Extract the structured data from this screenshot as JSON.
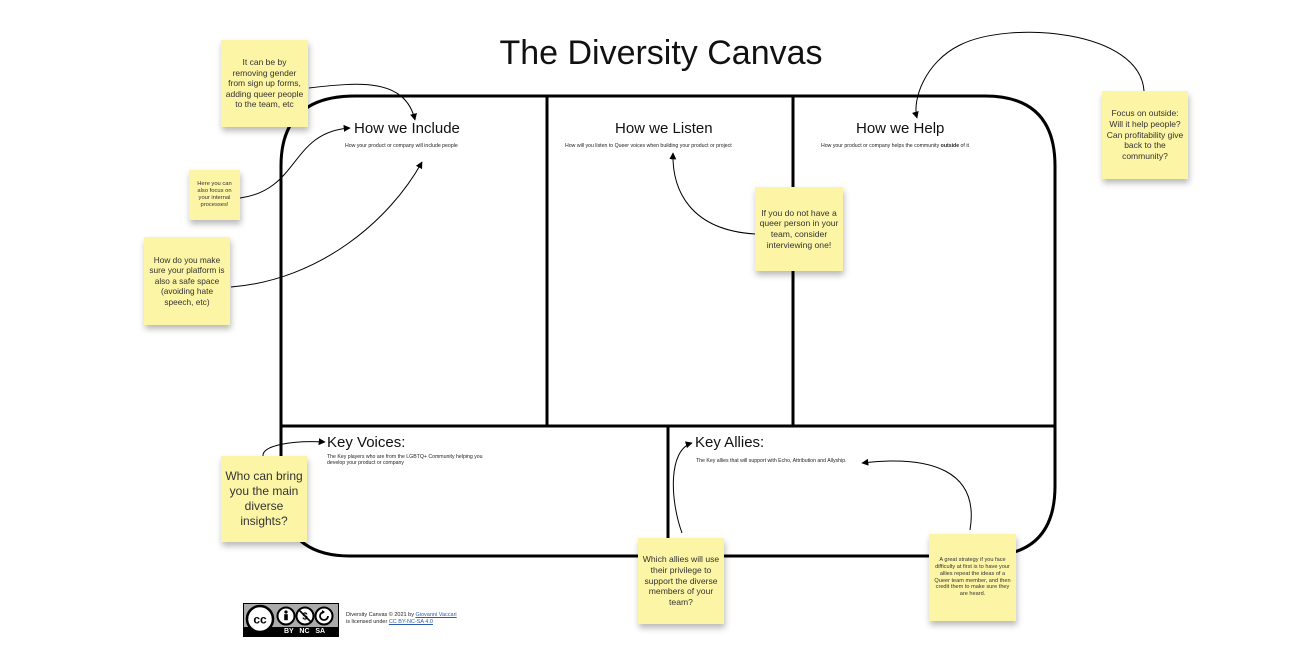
{
  "title": "The Diversity Canvas",
  "sections": {
    "include": {
      "title": "How we Include",
      "subtitle": "How your product or company will include people"
    },
    "listen": {
      "title": "How we Listen",
      "subtitle": "How will you listen to Queer voices when building your product or project"
    },
    "help": {
      "title": "How we Help",
      "subtitle_pre": "How your product or company helps the community ",
      "subtitle_bold": "outside",
      "subtitle_post": " of it"
    },
    "voices": {
      "title": "Key Voices:",
      "subtitle": "The Key players who are from the LGBTQ+ Community helping you develop your product or company"
    },
    "allies": {
      "title": "Key Allies:",
      "subtitle": "The Key allies that will support with Echo, Attribution and Allyship."
    }
  },
  "notes": {
    "gender": "It can be by removing gender from sign up forms, adding queer people to the team, etc",
    "internal": "Here you can also focus on your internal processes!",
    "safe": "How do you make sure your platform is also a safe space (avoiding hate speech, etc)",
    "queer": "If you do not have a queer person in your team, consider interviewing one!",
    "outside": "Focus on outside: Will it help people? Can profitability give back to the community?",
    "who": "Who can bring you the main diverse insights?",
    "allies": "Which allies will use their privilege to support the diverse members of your team?",
    "strategy": "A great strategy if you face difficulty at first is to have your allies repeat the ideas of a Queer team member, and then credit them to make sure they are heard."
  },
  "license": {
    "badge_text": "BY   NC   SA",
    "line1_pre": "Diversity Canvas © 2021 by ",
    "author": "Giovanni Vaccari",
    "line2_pre": "is licensed under ",
    "license_name": "CC BY-NC-SA 4.0"
  }
}
